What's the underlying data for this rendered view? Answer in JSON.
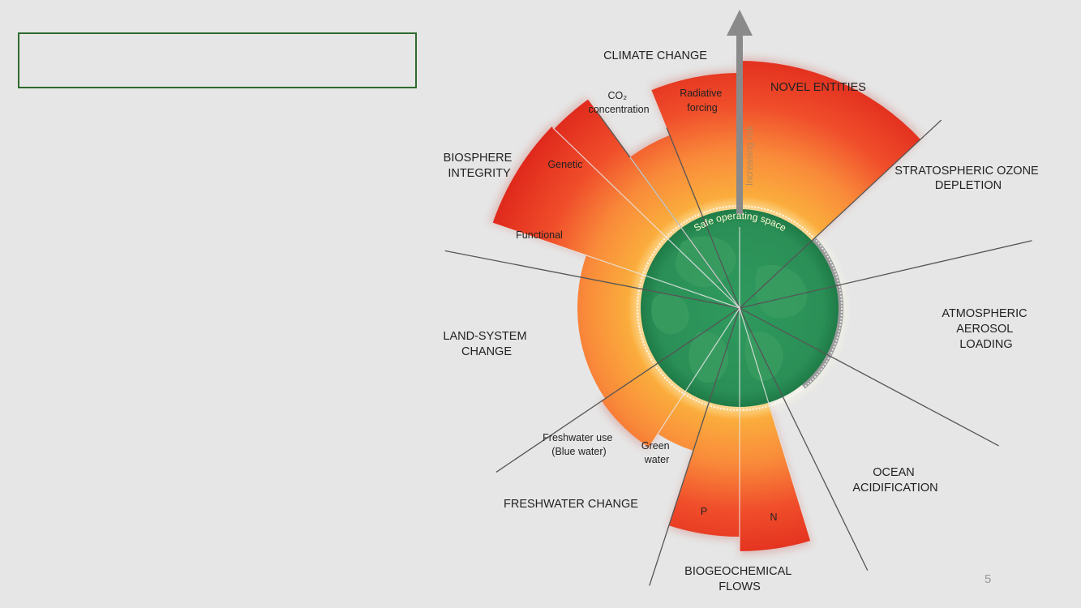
{
  "slide": {
    "title": "",
    "page_number": "5"
  },
  "diagram": {
    "centre_label": "Safe operating space",
    "arrow_label": "Increasing risk",
    "colors": {
      "safe": "#2e9a5c",
      "zone_orange": "#f7a33a",
      "zone_high": "#e53424",
      "background": "#e6e6e6"
    },
    "categories": {
      "climate_change": "CLIMATE CHANGE",
      "novel_entities": "NOVEL ENTITIES",
      "ozone": [
        "STRATOSPHERIC OZONE",
        "DEPLETION"
      ],
      "aerosol": [
        "ATMOSPHERIC",
        "AEROSOL",
        "LOADING"
      ],
      "ocean": [
        "OCEAN",
        "ACIDIFICATION"
      ],
      "biogeochemical": [
        "BIOGEOCHEMICAL",
        "FLOWS"
      ],
      "freshwater": "FRESHWATER CHANGE",
      "land": [
        "LAND-SYSTEM",
        "CHANGE"
      ],
      "biosphere": [
        "BIOSPHERE",
        "INTEGRITY"
      ]
    },
    "sub_labels": {
      "co2": [
        "CO₂",
        "concentration"
      ],
      "radiative": [
        "Radiative",
        "forcing"
      ],
      "genetic": "Genetic",
      "functional": "Functional",
      "blue_water": [
        "Freshwater use",
        "(Blue water)"
      ],
      "green_water": [
        "Green",
        "water"
      ],
      "p": "P",
      "n": "N"
    },
    "status": {
      "novel_entities": "high risk",
      "ozone": "safe",
      "aerosol": "safe",
      "ocean": "safe",
      "nitrogen": "high risk",
      "phosphorus": "high risk",
      "green_water": "increasing risk",
      "blue_water": "increasing risk",
      "land_system": "increasing risk",
      "functional_integrity": "high risk",
      "genetic_diversity": "high risk",
      "co2_concentration": "increasing risk",
      "radiative_forcing": "high risk"
    }
  }
}
